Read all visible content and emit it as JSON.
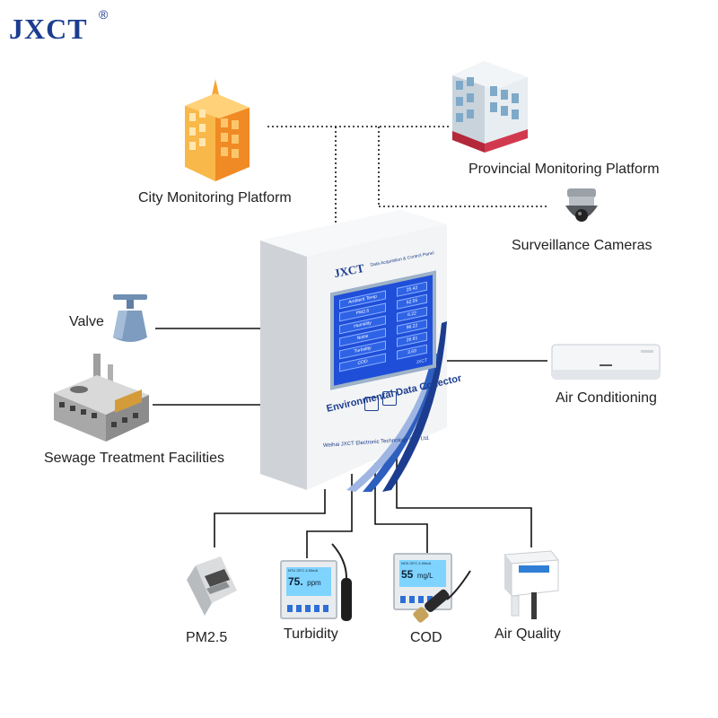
{
  "brand": {
    "name": "JXCT",
    "registered": "®",
    "color": "#1c3d8f"
  },
  "collector": {
    "screen_brand": "JXCT",
    "screen_subtitle": "Data Acquisition & Control Panel",
    "title": "Environmental Data Collector",
    "footer": "Weihai JXCT Electronic Technology Co., Ltd.",
    "readings": [
      {
        "label": "Ambient Temp",
        "value": "25.42"
      },
      {
        "label": "PM2.5",
        "value": "52.55"
      },
      {
        "label": "Humidity",
        "value": "6.22"
      },
      {
        "label": "Noise",
        "value": "96.22"
      },
      {
        "label": "Turbidity",
        "value": "26.81"
      },
      {
        "label": "COD",
        "value": "3.59"
      }
    ],
    "screen_footer": "JXCT"
  },
  "nodes": {
    "city": "City Monitoring Platform",
    "provincial": "Provincial Monitoring Platform",
    "cameras": "Surveillance Cameras",
    "valve": "Valve",
    "sewage": "Sewage Treatment Facilities",
    "ac": "Air Conditioning",
    "pm25": "PM2.5",
    "turbidity": "Turbidity",
    "cod": "COD",
    "air_quality": "Air Quality"
  },
  "meters": {
    "turbidity": {
      "top": "NTU 25°C 4.00mA",
      "value": "75.",
      "unit": "ppm"
    },
    "cod": {
      "top": "NO3 25°C 4.00mA",
      "value": "55",
      "unit": "mg/L"
    }
  },
  "icons": {
    "city": "office-building-icon",
    "provincial": "government-building-icon",
    "cameras": "dome-camera-icon",
    "valve": "valve-icon",
    "sewage": "factory-icon",
    "ac": "air-conditioner-icon",
    "pm25": "dust-sensor-icon",
    "turbidity": "turbidity-meter-icon",
    "cod": "cod-meter-icon",
    "air_quality": "air-quality-sensor-icon"
  }
}
